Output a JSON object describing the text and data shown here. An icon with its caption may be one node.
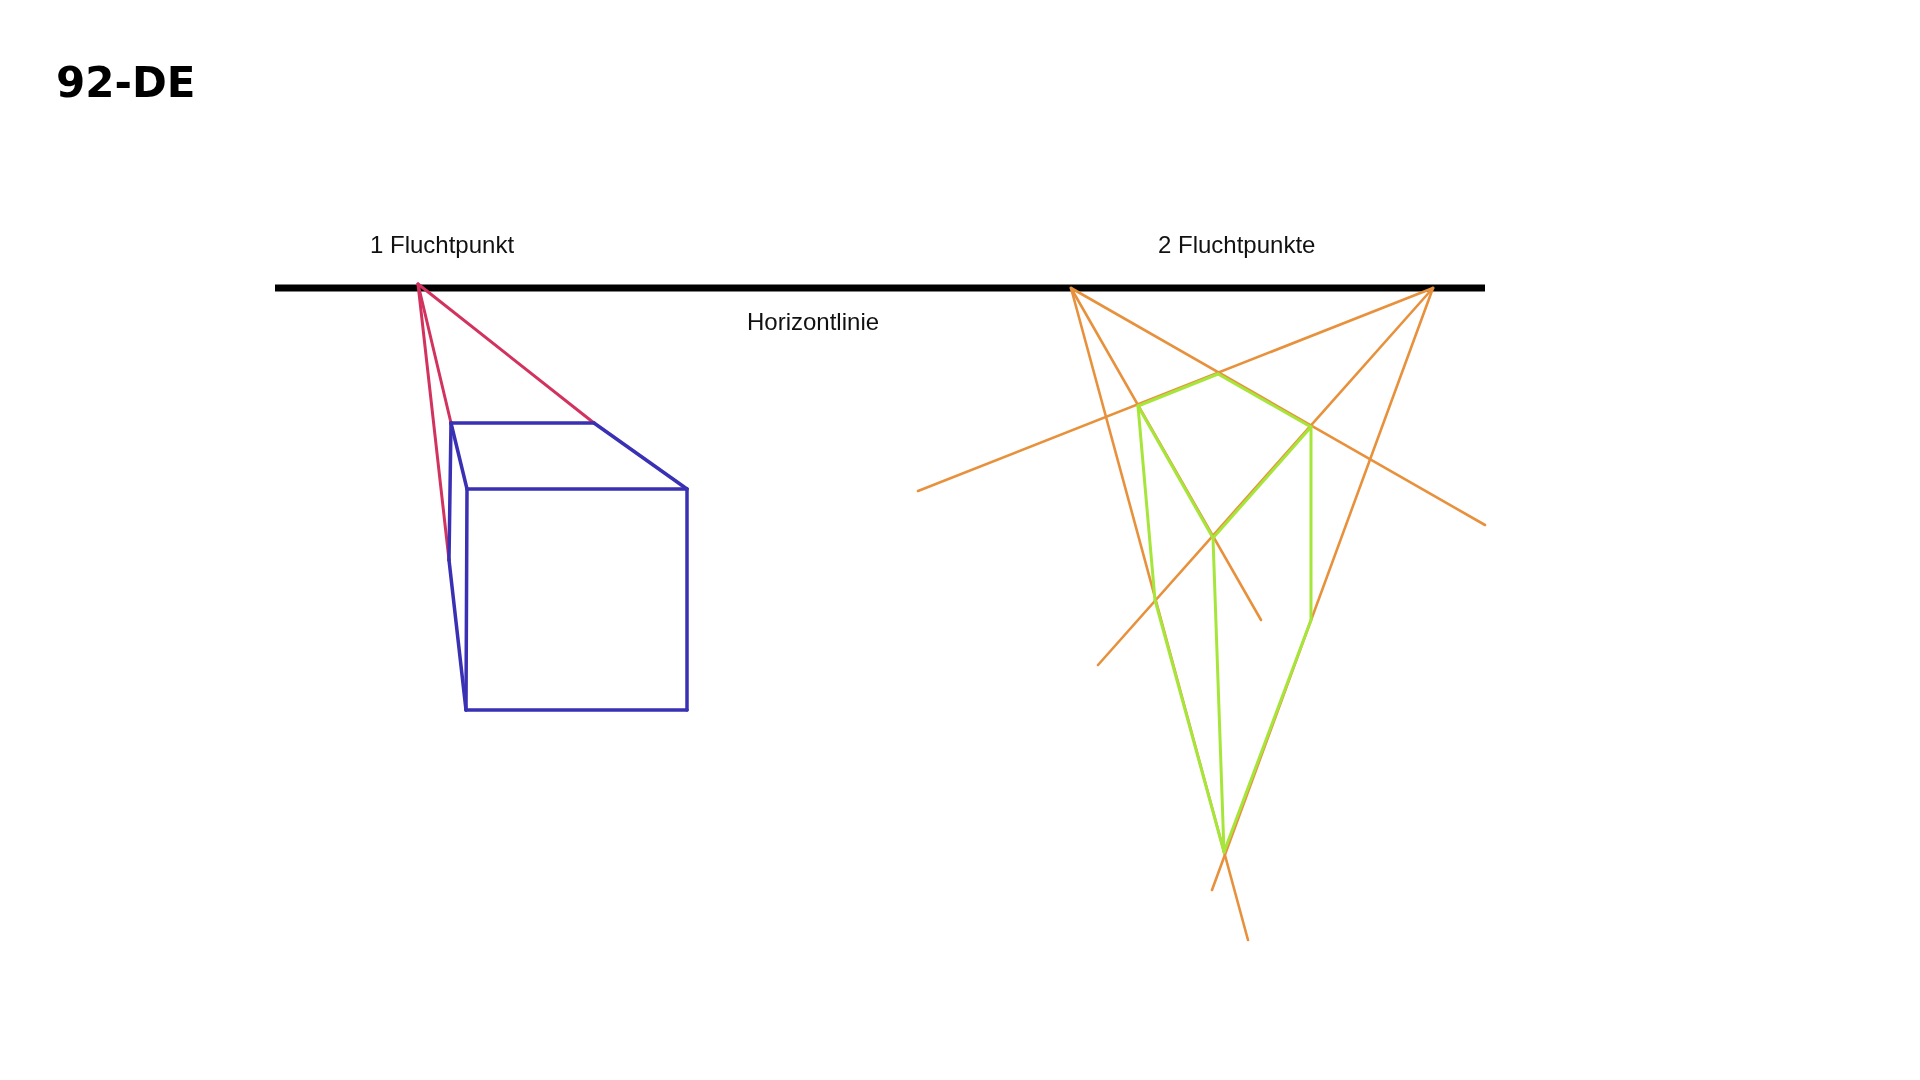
{
  "diagram": {
    "title": "92-DE",
    "labels": [
      "1 Fluchtpunkt",
      "2 Fluchtpunkte",
      "Horizontlinie"
    ]
  }
}
